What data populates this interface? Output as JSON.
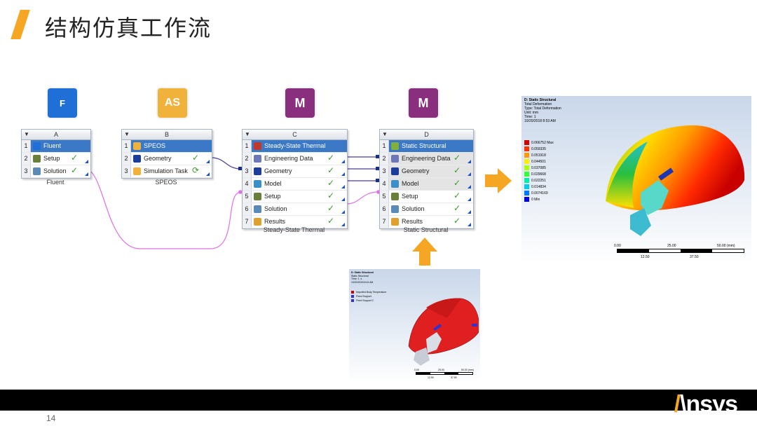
{
  "slide": {
    "title": "结构仿真工作流",
    "page_number": "14"
  },
  "logo": {
    "text": "/\\nsys"
  },
  "colors": {
    "accent": "#f5a623",
    "header_blue": "#3b79c7",
    "check_green": "#3c9a2a"
  },
  "app_icons": [
    {
      "label": "F",
      "color": "#1f6fd6"
    },
    {
      "label": "AS",
      "color": "#f0b23a"
    },
    {
      "label": "M",
      "color": "#8a2f7e"
    },
    {
      "label": "M",
      "color": "#8a2f7e"
    }
  ],
  "systems": {
    "A": {
      "letter": "A",
      "name": "Fluent",
      "rows": [
        {
          "num": "1",
          "label": "Fluent"
        },
        {
          "num": "2",
          "label": "Setup",
          "check": "✓"
        },
        {
          "num": "3",
          "label": "Solution",
          "check": "✓"
        }
      ]
    },
    "B": {
      "letter": "B",
      "name": "SPEOS",
      "rows": [
        {
          "num": "1",
          "label": "SPEOS"
        },
        {
          "num": "2",
          "label": "Geometry",
          "check": "✓"
        },
        {
          "num": "3",
          "label": "Simulation Task",
          "check": "⟳"
        }
      ]
    },
    "C": {
      "letter": "C",
      "name": "Steady-State Thermal",
      "rows": [
        {
          "num": "1",
          "label": "Steady-State Thermal"
        },
        {
          "num": "2",
          "label": "Engineering Data",
          "check": "✓"
        },
        {
          "num": "3",
          "label": "Geometry",
          "check": "✓"
        },
        {
          "num": "4",
          "label": "Model",
          "check": "✓"
        },
        {
          "num": "5",
          "label": "Setup",
          "check": "✓"
        },
        {
          "num": "6",
          "label": "Solution",
          "check": "✓"
        },
        {
          "num": "7",
          "label": "Results",
          "check": "✓"
        }
      ]
    },
    "D": {
      "letter": "D",
      "name": "Static Structural",
      "rows": [
        {
          "num": "1",
          "label": "Static Structural"
        },
        {
          "num": "2",
          "label": "Engineering Data",
          "check": "✓"
        },
        {
          "num": "3",
          "label": "Geometry",
          "check": "✓"
        },
        {
          "num": "4",
          "label": "Model",
          "check": "✓"
        },
        {
          "num": "5",
          "label": "Setup",
          "check": "✓"
        },
        {
          "num": "6",
          "label": "Solution",
          "check": "✓"
        },
        {
          "num": "7",
          "label": "Results",
          "check": "✓"
        }
      ]
    }
  },
  "result_plot": {
    "title": "D: Static Structural",
    "lines": [
      "Total Deformation",
      "Type: Total Deformation",
      "Unit: mm",
      "Time: 1",
      "10/20/2018 8:53 AM"
    ],
    "legend": [
      {
        "value": "0.066752 Max",
        "color": "#d40000"
      },
      {
        "value": "0.059335",
        "color": "#ff3300"
      },
      {
        "value": "0.051918",
        "color": "#ff9900"
      },
      {
        "value": "0.044501",
        "color": "#ffee00"
      },
      {
        "value": "0.037085",
        "color": "#aaff00"
      },
      {
        "value": "0.029668",
        "color": "#33ff33"
      },
      {
        "value": "0.022251",
        "color": "#00eeaa"
      },
      {
        "value": "0.014834",
        "color": "#00ccee"
      },
      {
        "value": "0.0074169",
        "color": "#0077ff"
      },
      {
        "value": "0 Min",
        "color": "#0000dd"
      }
    ],
    "scale_top": [
      "0.00",
      "25.00",
      "50.00 (mm)"
    ],
    "scale_bottom": [
      "12.50",
      "37.50"
    ]
  },
  "setup_plot": {
    "title": "D: Static Structural",
    "lines": [
      "Static Structural",
      "Time: 1. s",
      "10/20/2018 8:44 AM"
    ],
    "legend": [
      {
        "value": "Imported Body Temperature",
        "color": "#cc0000"
      },
      {
        "value": "Fixed Support",
        "color": "#3333cc"
      },
      {
        "value": "Fixed Support 2",
        "color": "#3333cc"
      }
    ],
    "scale_top": [
      "0.00",
      "25.00",
      "50.00 (mm)"
    ],
    "scale_bottom": [
      "12.50",
      "37.50"
    ]
  }
}
